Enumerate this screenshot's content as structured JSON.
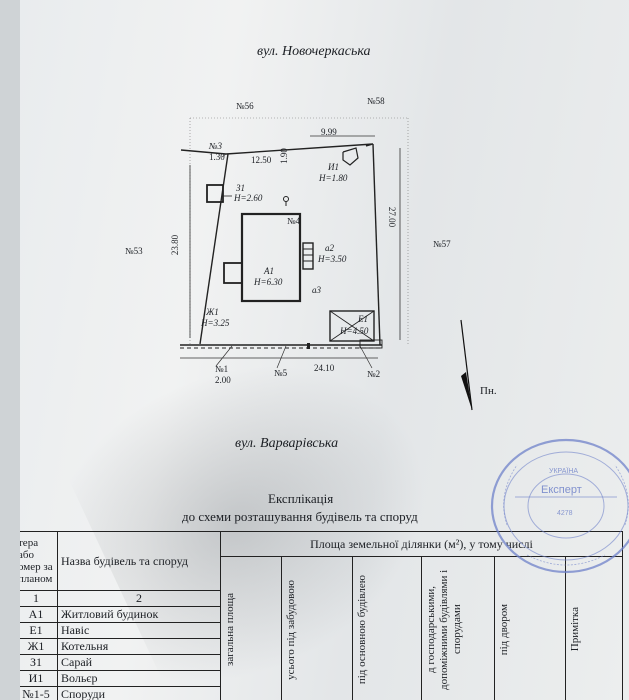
{
  "streets": {
    "top": "вул. Новочеркаська",
    "bottom": "вул. Варварівська"
  },
  "neighbors": {
    "n56": "№56",
    "n58": "№58",
    "n53": "№53",
    "n57": "№57"
  },
  "dims": {
    "d999": "9.99",
    "d190": "1.90",
    "d1250": "12.50",
    "d2380": "23.80",
    "d2700": "27.00",
    "d2410": "24.10"
  },
  "labels": {
    "n3": "№3",
    "n3h": "1.30",
    "i1": "И1",
    "i1h": "H=1.80",
    "z1": "З1",
    "z1h": "H=2.60",
    "n4": "№4",
    "a1": "А1",
    "a1h": "H=6.30",
    "a2": "а2",
    "a2h": "H=3.50",
    "a3": "а3",
    "zh1": "Ж1",
    "zh1h": "H=3.25",
    "e1": "Е1",
    "e1h": "H=4.50",
    "n1": "№1",
    "n1h": "2.00",
    "n5": "№5",
    "n2": "№2",
    "north": "Пн."
  },
  "caption": {
    "title": "Експлікація",
    "subtitle": "до схеми розташування будівель та споруд"
  },
  "table": {
    "h_letter": "тера або омер за планом",
    "h_name": "Назва будівель та споруд",
    "h_area": "Площа земельної ділянки (м²), у тому числі",
    "num1": "1",
    "num2": "2",
    "cols": [
      "загальна площа",
      "усього під забудовою",
      "під основною будівлею",
      "д господарськими, допоміжними будівлями і спорудами",
      "під двором",
      "Примітка"
    ],
    "rows": [
      {
        "code": "А1",
        "name": "Житловий будинок"
      },
      {
        "code": "Е1",
        "name": "Навіс"
      },
      {
        "code": "Ж1",
        "name": "Котельня"
      },
      {
        "code": "З1",
        "name": "Сарай"
      },
      {
        "code": "И1",
        "name": "Вольєр"
      },
      {
        "code": "№1-5",
        "name": "Споруди"
      }
    ]
  },
  "stamp": {
    "word": "Експерт",
    "country": "УКРАЇНА",
    "number": "4278"
  }
}
